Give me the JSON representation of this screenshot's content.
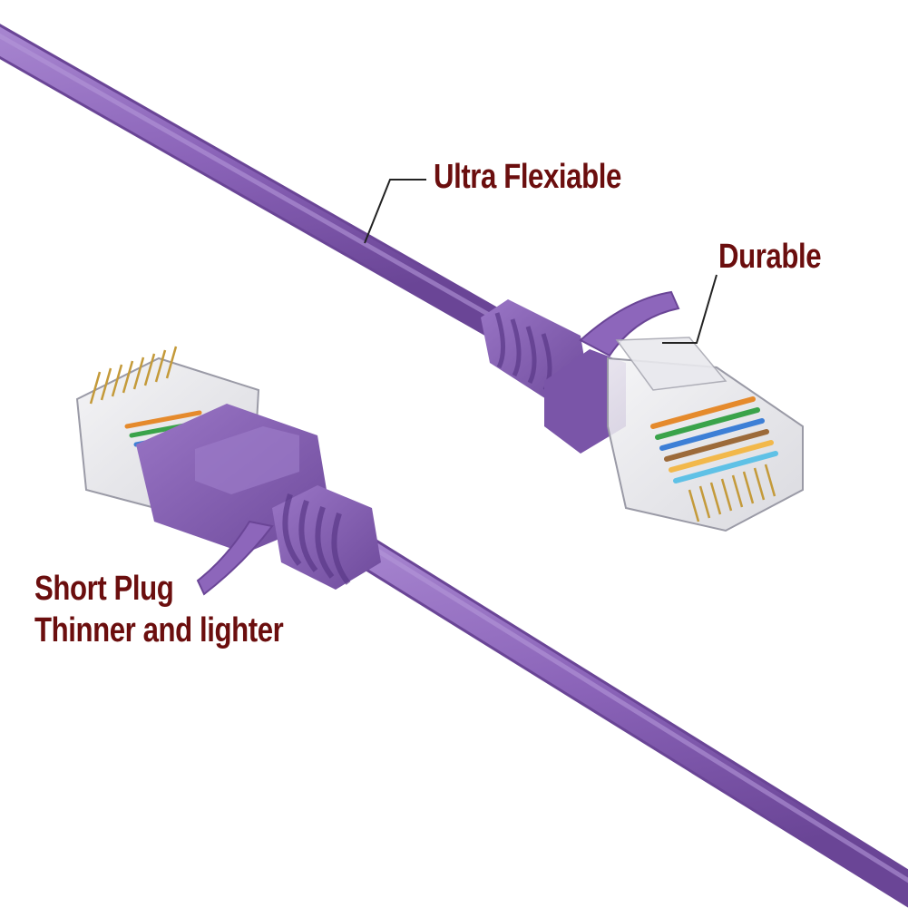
{
  "colors": {
    "background": "#ffffff",
    "cable": "#8a63b8",
    "cable_dark": "#6a4596",
    "cable_light": "#a684cf",
    "label_text": "#6b0e0e",
    "leader_line": "#222222"
  },
  "callouts": {
    "ultra_flexible": "Ultra Flexiable",
    "durable": "Durable",
    "short_plug": "Short Plug",
    "thinner_lighter": "Thinner and lighter"
  },
  "objects": {
    "cable_color_name": "purple"
  }
}
